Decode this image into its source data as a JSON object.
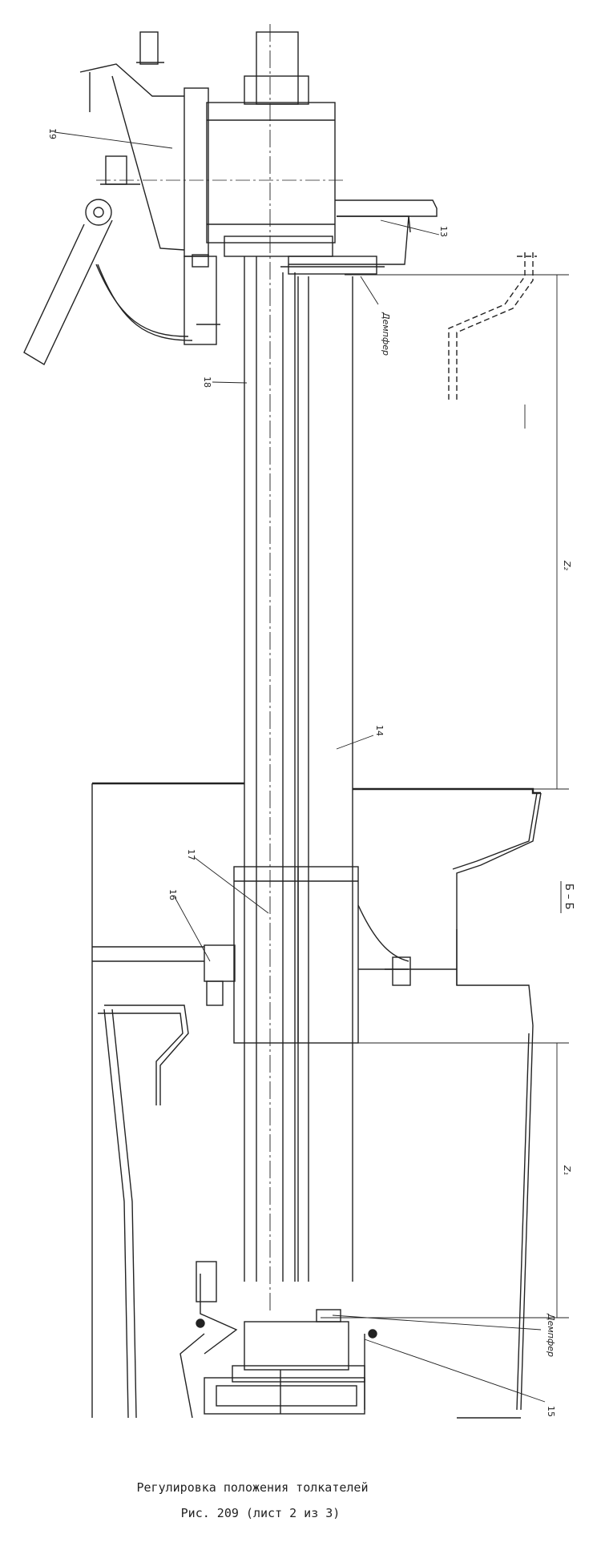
{
  "labels": {
    "p19": "19",
    "p18": "18",
    "p13": "13",
    "p14": "14",
    "p17": "17",
    "p16": "16",
    "p15": "15",
    "damper_top": "Демпфер",
    "damper_bottom": "Демпфер",
    "z2": "Z₂",
    "z1": "Z₁",
    "section": "Б – Б"
  },
  "caption": {
    "title": "Регулировка положения толкателей",
    "figure": "Рис. 209 (лист 2 из 3)"
  }
}
